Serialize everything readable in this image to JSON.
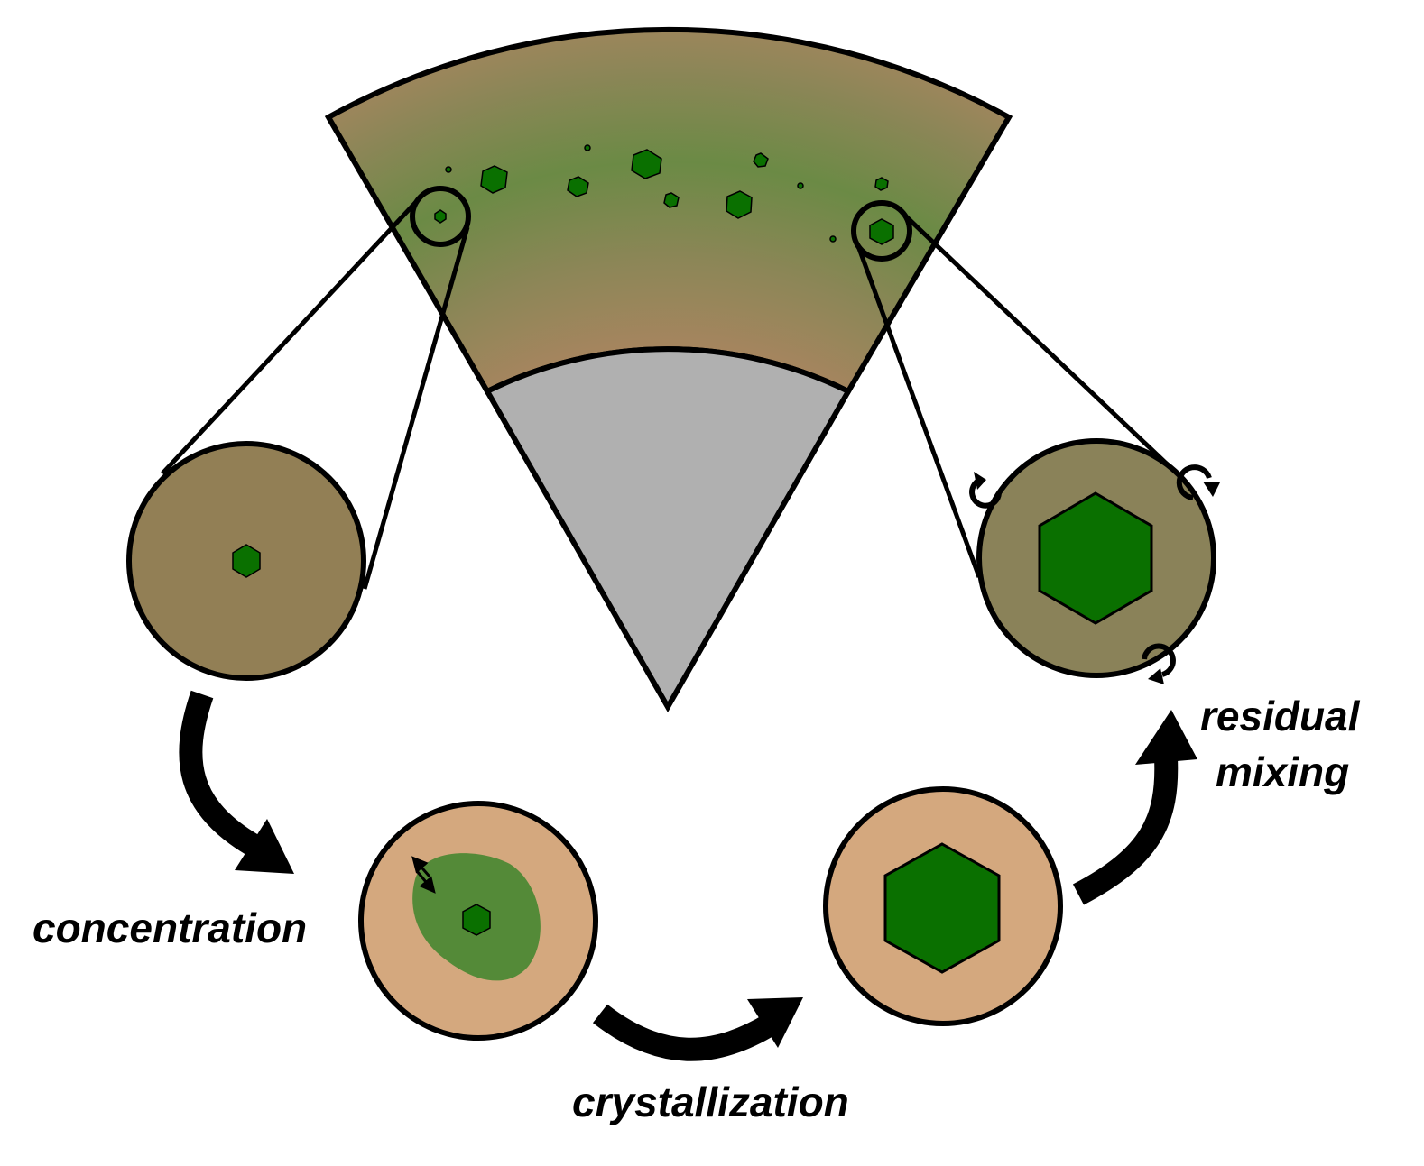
{
  "labels": {
    "concentration": "concentration",
    "crystallization": "crystallization",
    "residual_line1": "residual",
    "residual_line2": "mixing"
  },
  "colors": {
    "mantle_brown": "#a7855f",
    "mantle_green": "#6b8a45",
    "core_gray": "#b0b0b0",
    "zoom_fill": "#927f55",
    "zoom_fill_right": "#8a8259",
    "melt_fill": "#d4a87e",
    "melt_pocket": "#548a38",
    "crystal_green": "#0a7000",
    "stroke": "#000000"
  },
  "icons": {
    "mixing": "circular-arrow-icon",
    "diffusion": "double-arrow-icon"
  }
}
